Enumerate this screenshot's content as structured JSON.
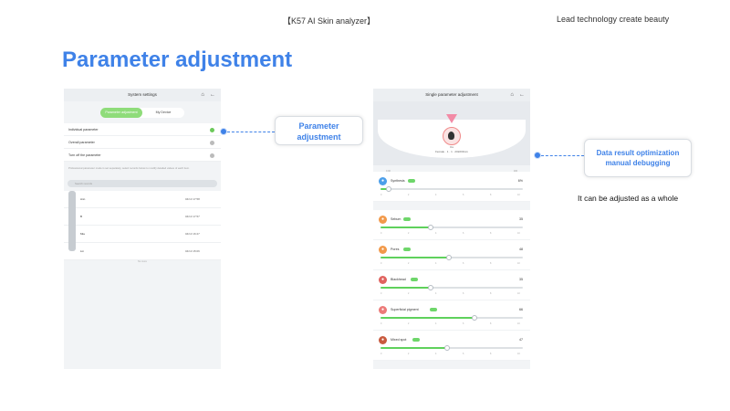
{
  "header": {
    "product_title": "【K57  AI  Skin analyzer】",
    "slogan": "Lead technology create beauty"
  },
  "main_title": "Parameter adjustment",
  "callouts": {
    "parameter_adjustment": {
      "line1": "Parameter",
      "line2": "adjustment"
    },
    "data_result": {
      "line1": "Data result optimization",
      "line2": "manual debugging"
    },
    "note": "It can be adjusted as a whole"
  },
  "left_screen": {
    "title": "System settings",
    "tabs": [
      {
        "label": "Parameter adjustment",
        "active": true
      },
      {
        "label": "My Device",
        "active": false
      }
    ],
    "options": [
      {
        "label": "Individual parameter",
        "selected": true
      },
      {
        "label": "Overall parameter",
        "selected": false
      },
      {
        "label": "Turn off the parameter",
        "selected": false
      }
    ],
    "description": "Professional parameter mode is set separately, select records below to modify detailed values of each item.",
    "search_placeholder": "Search records",
    "records": [
      {
        "name": "Ann",
        "time": "04/13 17:58"
      },
      {
        "name": "B",
        "time": "04/13 17:57"
      },
      {
        "name": "Mia",
        "time": "04/13 16:27"
      },
      {
        "name": "Lin",
        "time": "04/13 15:06"
      }
    ],
    "footer": "No more"
  },
  "right_screen": {
    "title": "Single parameter adjustment",
    "profile": {
      "name": "Mia",
      "id_line": "Female · 1 · 1 · 202203xxx"
    },
    "scale_min": "0.00",
    "scale_max": "100",
    "synthesis": {
      "name": "Synthesis",
      "value_label": "6%",
      "value": 6
    },
    "parameters": [
      {
        "name": "Sebum",
        "value_label": "35",
        "value": 35,
        "color": "#ef8b5a"
      },
      {
        "name": "Pores",
        "value_label": "48",
        "value": 48,
        "color": "#f2994a"
      },
      {
        "name": "Blackhead",
        "value_label": "35",
        "value": 35,
        "color": "#e0635f"
      },
      {
        "name": "Superficial pigment",
        "value_label": "66",
        "value": 66,
        "color": "#ec7a78"
      },
      {
        "name": "Mixed spot",
        "value_label": "47",
        "value": 47,
        "color": "#c85a3e"
      }
    ],
    "scale_ticks": [
      "0",
      "2",
      "4",
      "6",
      "8",
      "10"
    ]
  },
  "colors": {
    "accent_blue": "#3f82e8",
    "slider_green": "#5fd15c"
  }
}
